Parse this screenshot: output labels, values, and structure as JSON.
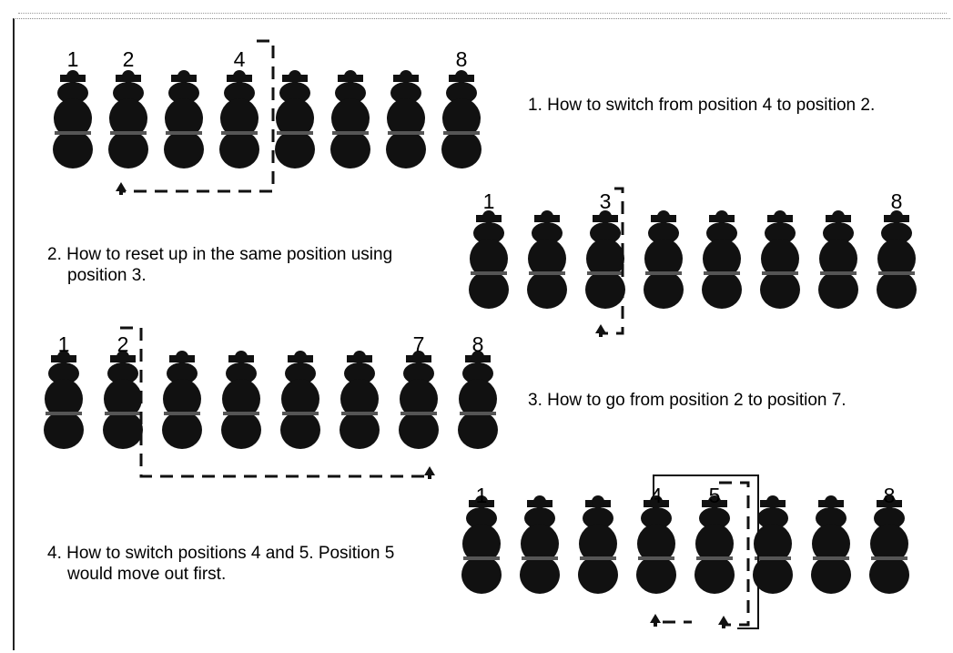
{
  "rows": [
    {
      "id": "row-1",
      "labels": [
        {
          "pos": 1,
          "text": "1"
        },
        {
          "pos": 2,
          "text": "2"
        },
        {
          "pos": 4,
          "text": "4"
        },
        {
          "pos": 8,
          "text": "8"
        }
      ],
      "caption_lines": [
        "1. How to switch from position 4 to position 2."
      ]
    },
    {
      "id": "row-2",
      "labels": [
        {
          "pos": 1,
          "text": "1"
        },
        {
          "pos": 3,
          "text": "3"
        },
        {
          "pos": 8,
          "text": "8"
        }
      ],
      "caption_lines": [
        "2. How to reset up in the same position using",
        "position 3."
      ]
    },
    {
      "id": "row-3",
      "labels": [
        {
          "pos": 1,
          "text": "1"
        },
        {
          "pos": 2,
          "text": "2"
        },
        {
          "pos": 7,
          "text": "7"
        },
        {
          "pos": 8,
          "text": "8"
        }
      ],
      "caption_lines": [
        "3. How to go from position 2 to position 7."
      ]
    },
    {
      "id": "row-4",
      "labels": [
        {
          "pos": 1,
          "text": "1"
        },
        {
          "pos": 4,
          "text": "4"
        },
        {
          "pos": 5,
          "text": "5"
        },
        {
          "pos": 8,
          "text": "8"
        }
      ],
      "caption_lines": [
        "4. How to switch positions 4 and 5. Position 5",
        "would move out first."
      ]
    }
  ]
}
